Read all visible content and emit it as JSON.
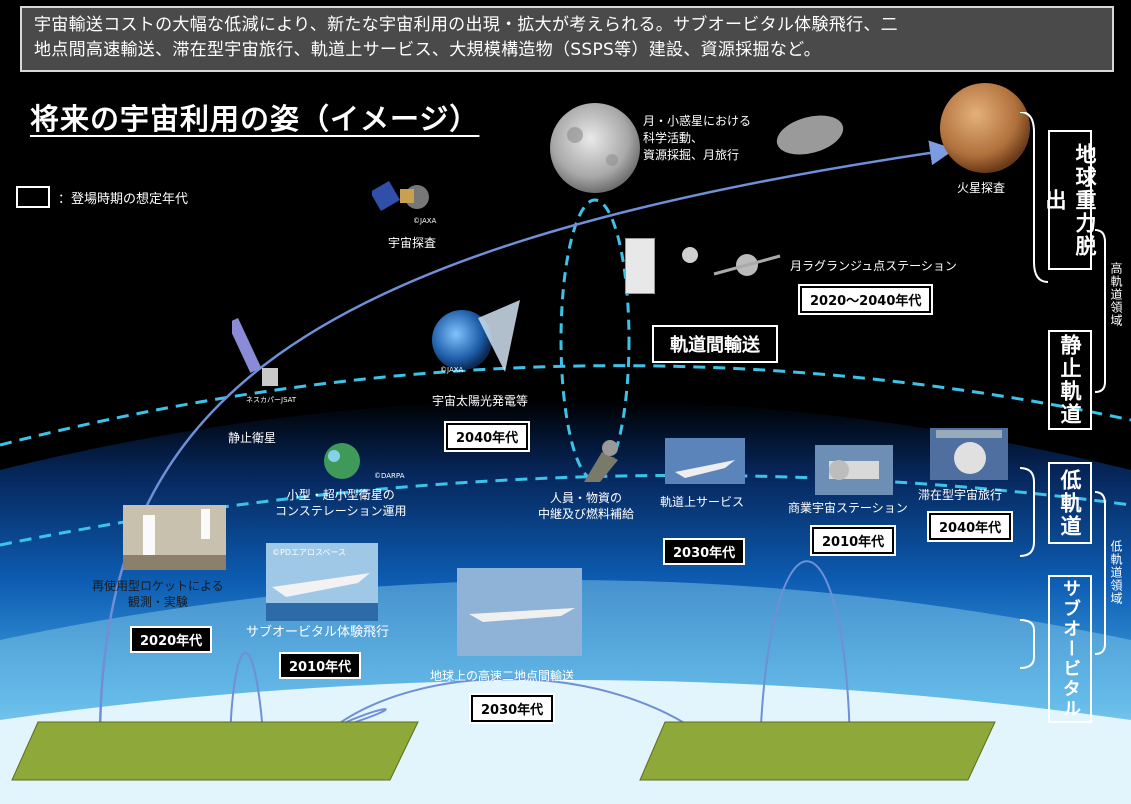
{
  "banner": {
    "line1": "宇宙輸送コストの大幅な低減により、新たな宇宙利用の出現・拡大が考えられる。サブオービタル体験飛行、二",
    "line2": "地点間高速輸送、滞在型宇宙旅行、軌道上サービス、大規模構造物（SSPS等）建設、資源採掘など。"
  },
  "title": "将来の宇宙利用の姿（イメージ）",
  "legend": {
    "text": "：登場時期の想定年代"
  },
  "items": {
    "moon": {
      "label": "月・小惑星における\n科学活動、\n資源採掘、月旅行"
    },
    "mars": {
      "label": "火星探査"
    },
    "exploration": {
      "label": "宇宙探査",
      "credit": "©JAXA"
    },
    "lagrange": {
      "label": "月ラグランジュ点ステーション",
      "era": "2020～2040年代"
    },
    "orbit_transfer": {
      "label": "軌道間輸送"
    },
    "geo_sat": {
      "label": "静止衛星",
      "credit": "ネスカパーJSAT"
    },
    "ssps": {
      "label": "宇宙太陽光発電等",
      "era": "2040年代",
      "credit": "©JAXA"
    },
    "constellation": {
      "label": "小型・超小型衛星の\nコンステレーション運用",
      "credit": "©DARPA"
    },
    "relay": {
      "label": "人員・物資の\n中継及び燃料補給"
    },
    "onorbit_service": {
      "label": "軌道上サービス",
      "era": "2030年代"
    },
    "commercial_station": {
      "label": "商業宇宙ステーション",
      "era": "2010年代"
    },
    "stay_travel": {
      "label": "滞在型宇宙旅行",
      "era": "2040年代"
    },
    "reusable_rocket": {
      "label": "再使用型ロケットによる\n観測・実験",
      "era": "2020年代"
    },
    "suborbital": {
      "label": "サブオービタル体験飛行",
      "era": "2010年代",
      "credit": "©PDエアロスペース"
    },
    "p2p": {
      "label": "地球上の高速二地点間輸送",
      "era": "2030年代"
    }
  },
  "regions": {
    "escape": "地球重力脱出",
    "geo": "静止軌道",
    "high_orbit": "高軌道領域",
    "leo": "低軌道",
    "suborbital": "サブオービタル",
    "low_orbit": "低軌道領域"
  },
  "colors": {
    "ground": "#8fa83a",
    "arrow": "#6f8fd6",
    "orbit_dash": "#3ec3e8",
    "atmo_top": "#0b3f86",
    "atmo_bottom": "#bfe6f7"
  }
}
